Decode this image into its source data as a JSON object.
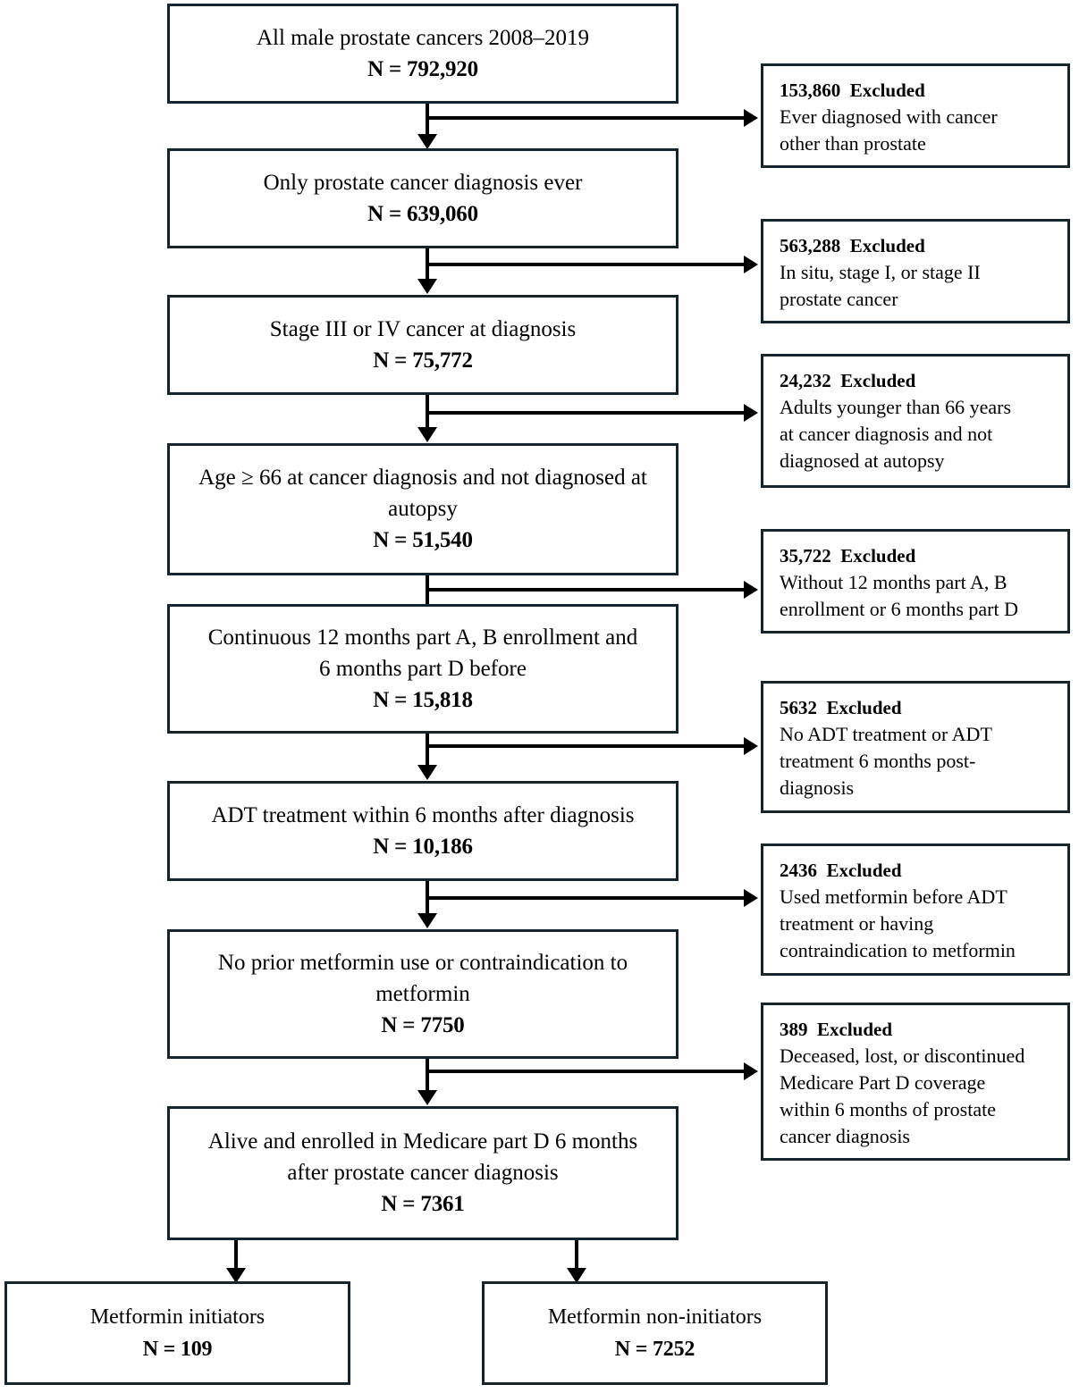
{
  "diagram": {
    "title": "Study cohort selection flowchart",
    "type": "flowchart",
    "n_label_prefix": "N = ",
    "main_boxes": [
      {
        "id": "all-male-prostate-cancers",
        "lines": [
          "All male prostate cancers 2008–2019"
        ],
        "count": "N = 792,920"
      },
      {
        "id": "only-prostate-cancer-diagnosis-ever",
        "lines": [
          "Only prostate cancer diagnosis ever"
        ],
        "count": "N = 639,060"
      },
      {
        "id": "stage-iii-or-iv",
        "lines": [
          "Stage III or IV cancer at diagnosis"
        ],
        "count": "N = 75,772"
      },
      {
        "id": "age-66-and-not-autopsy",
        "lines": [
          "Age ≥ 66 at cancer diagnosis and not diagnosed at",
          "autopsy"
        ],
        "count": "N = 51,540"
      },
      {
        "id": "continuous-enrollment",
        "lines": [
          "Continuous 12 months part A, B enrollment and",
          "6 months part D before"
        ],
        "count": "N = 15,818"
      },
      {
        "id": "adt-treatment",
        "lines": [
          "ADT treatment within 6 months after diagnosis"
        ],
        "count": "N = 10,186"
      },
      {
        "id": "no-prior-metformin",
        "lines": [
          "No prior metformin use or contraindication to",
          "metformin"
        ],
        "count": "N = 7750"
      },
      {
        "id": "alive-and-enrolled",
        "lines": [
          "Alive and enrolled in Medicare part D 6 months",
          "after prostate cancer diagnosis"
        ],
        "count": "N = 7361"
      }
    ],
    "exclusion_boxes": [
      {
        "id": "excluded-other-cancer",
        "count": "153,860",
        "keyword": "Excluded",
        "reason_lines": [
          "Ever diagnosed with cancer",
          "other than prostate"
        ]
      },
      {
        "id": "excluded-early-stage",
        "count": "563,288",
        "keyword": "Excluded",
        "reason_lines": [
          "In situ, stage I, or stage II",
          "prostate cancer"
        ]
      },
      {
        "id": "excluded-younger-than-66",
        "count": "24,232",
        "keyword": "Excluded",
        "reason_lines": [
          "Adults younger than 66 years",
          "at cancer diagnosis and not",
          "diagnosed at autopsy"
        ]
      },
      {
        "id": "excluded-no-enrollment",
        "count": "35,722",
        "keyword": "Excluded",
        "reason_lines": [
          "Without 12 months part A, B",
          "enrollment or 6 months part D"
        ]
      },
      {
        "id": "excluded-no-adt",
        "count": "5632",
        "keyword": "Excluded",
        "reason_lines": [
          "No ADT treatment or ADT",
          "treatment 6 months post-",
          "diagnosis"
        ]
      },
      {
        "id": "excluded-prior-metformin",
        "count": "2436",
        "keyword": "Excluded",
        "reason_lines": [
          "Used metformin before ADT",
          "treatment or having",
          "contraindication to metformin"
        ]
      },
      {
        "id": "excluded-deceased-lost",
        "count": "389",
        "keyword": "Excluded",
        "reason_lines": [
          "Deceased, lost, or discontinued",
          "Medicare Part D coverage",
          "within 6 months of prostate",
          "cancer diagnosis"
        ]
      }
    ],
    "terminal_boxes": [
      {
        "id": "metformin-initiators",
        "lines": [
          "Metformin initiators"
        ],
        "count": "N = 109"
      },
      {
        "id": "metformin-non-initiators",
        "lines": [
          "Metformin non-initiators"
        ],
        "count": "N = 7252"
      }
    ],
    "colors": {
      "border": "#16242b",
      "connector": "#000000",
      "background": "#ffffff",
      "text": "#000000"
    }
  }
}
